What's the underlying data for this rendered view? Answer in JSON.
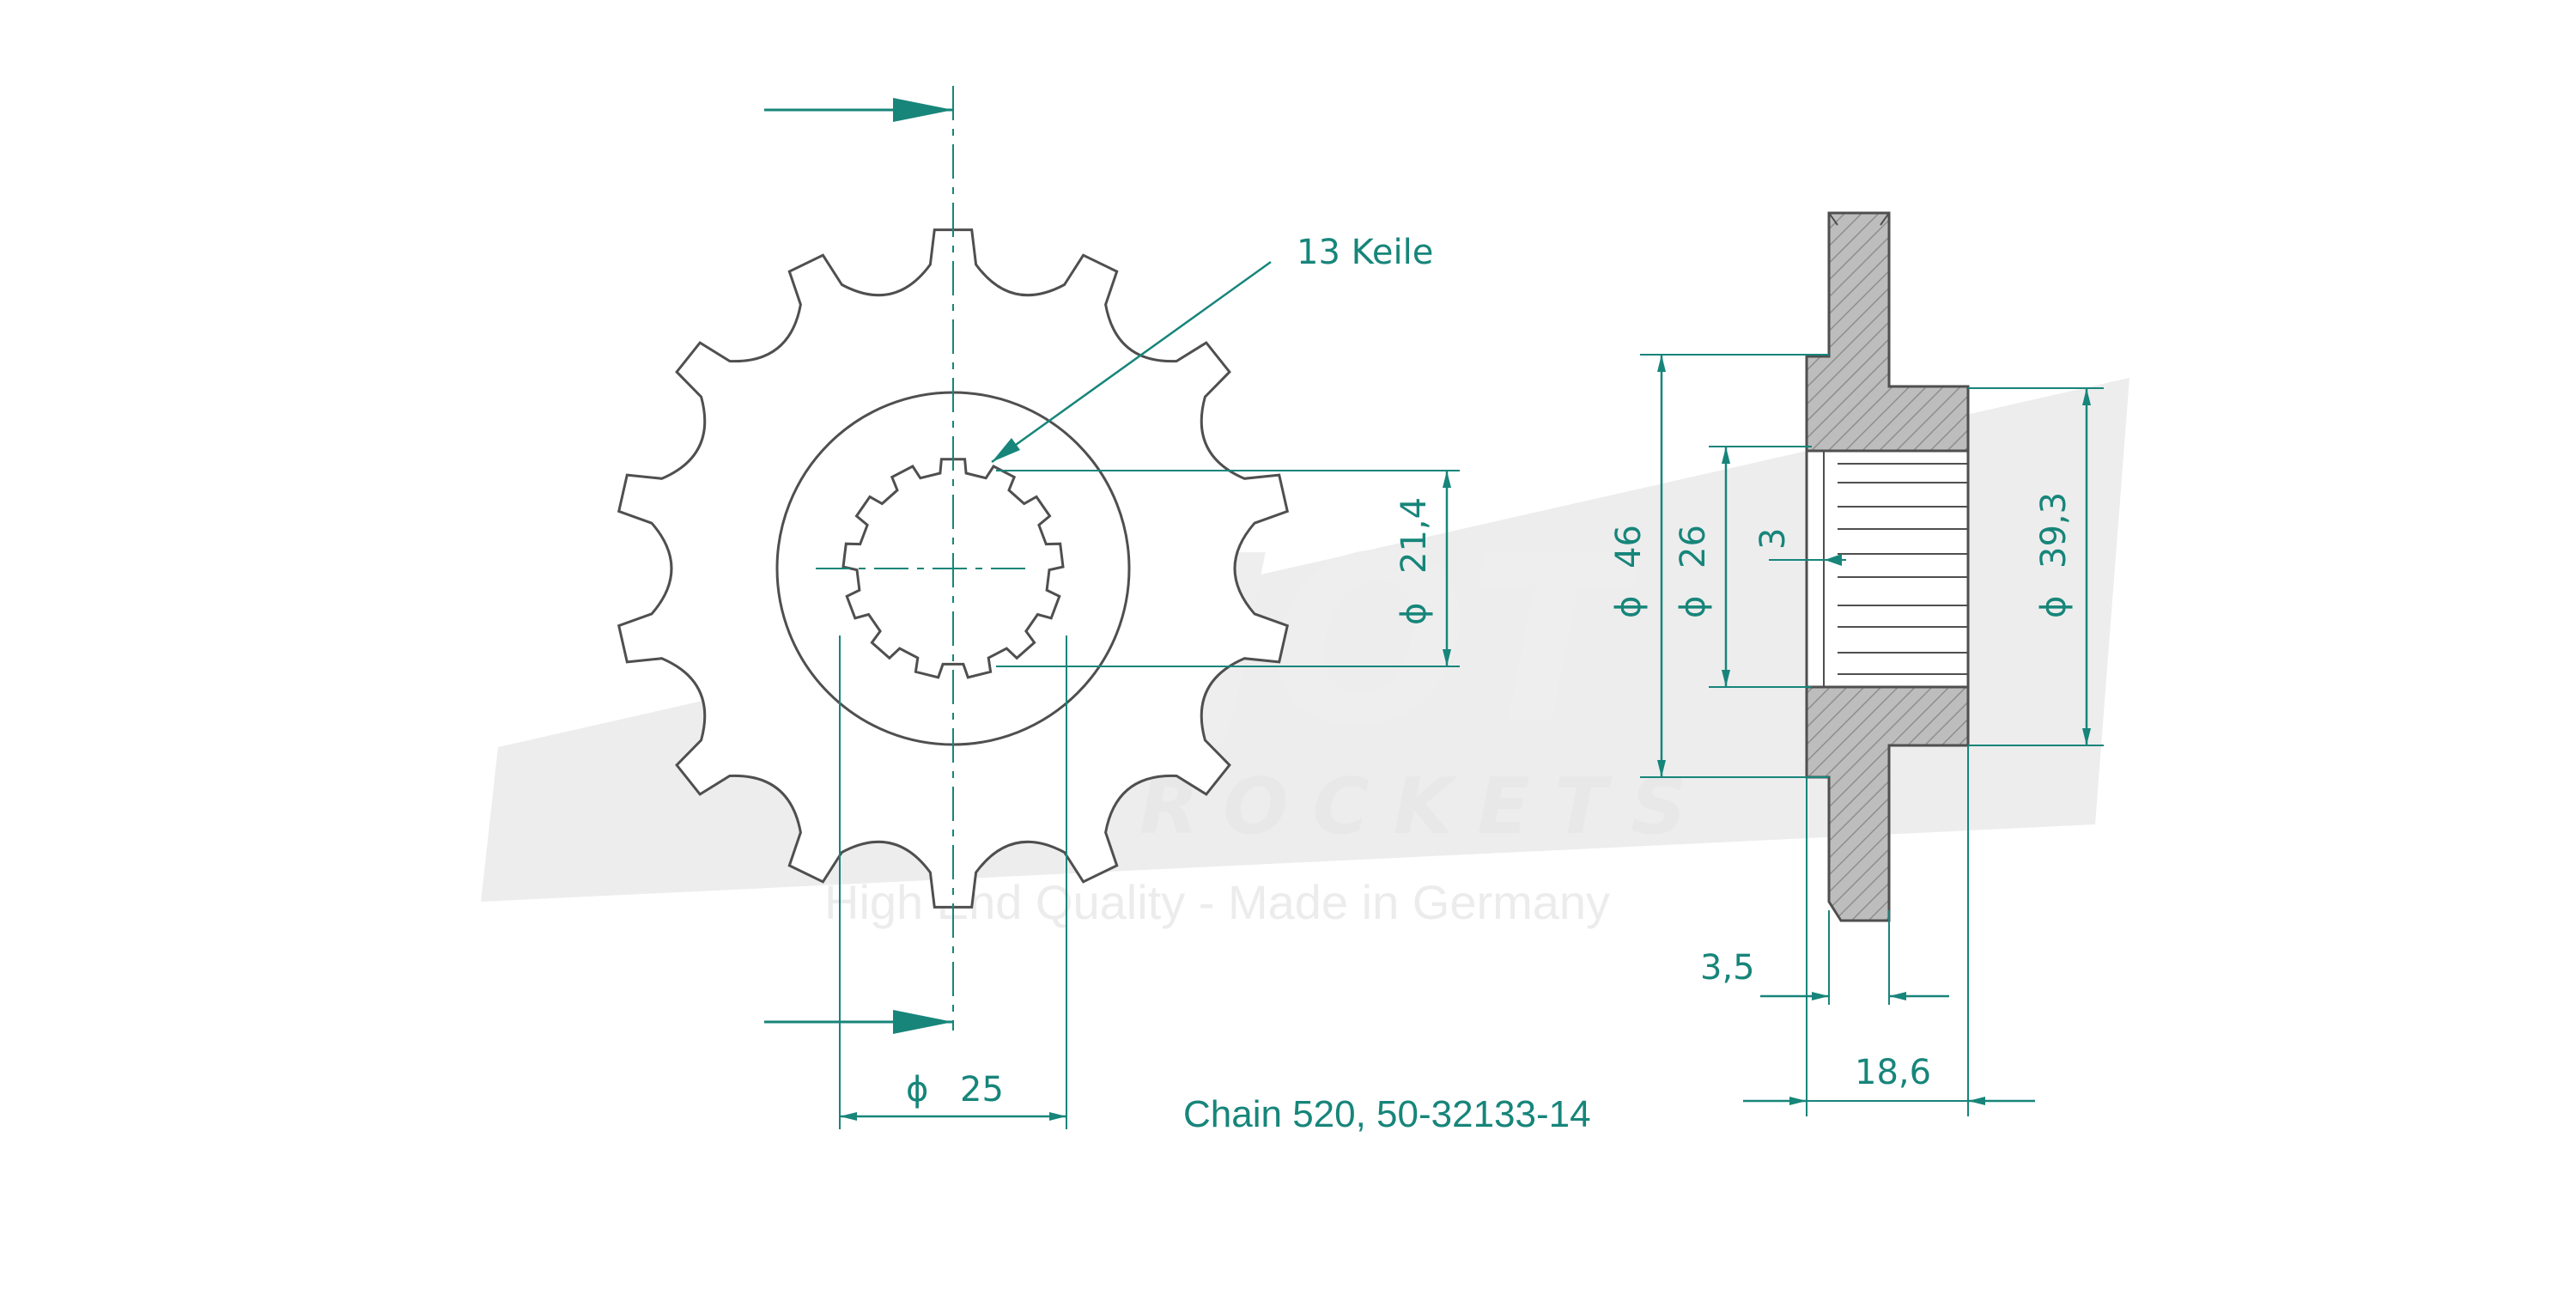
{
  "drawing": {
    "label_keys": "13 Keile",
    "dim_d25": "25",
    "dim_d21_4": "21,4",
    "dim_d46": "46",
    "dim_d26": "26",
    "dim_3": "3",
    "dim_d39_3": "39,3",
    "dim_3_5": "3,5",
    "dim_18_6": "18,6",
    "diameter_symbol": "ϕ",
    "caption": "Chain 520, 50-32133-14"
  },
  "watermark": {
    "brand": "ESJOT",
    "sub": "SPROCKETS",
    "tagline": "High End Quality - Made in Germany"
  },
  "colors": {
    "line": "#4f4f4f",
    "dimension": "#17857a",
    "hatch_fill": "#b9b9b9",
    "watermark": "#ececec"
  },
  "geometry": {
    "teeth": 14,
    "splines": 13
  }
}
